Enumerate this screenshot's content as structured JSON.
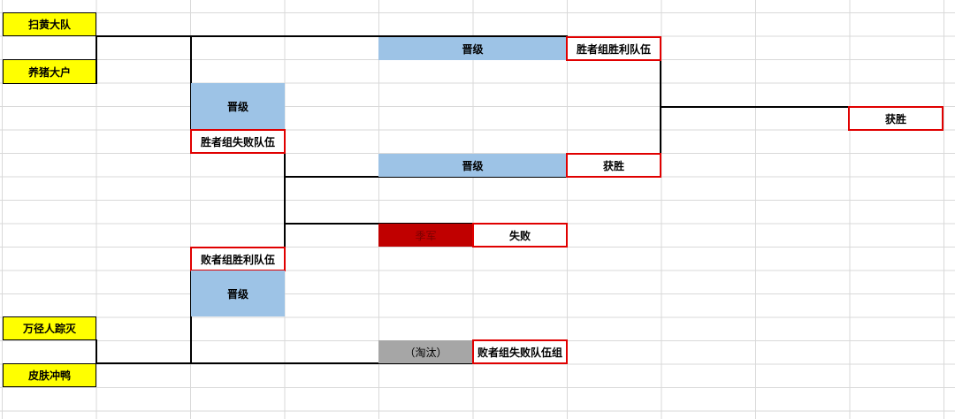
{
  "bracket": {
    "teams": [
      "扫黄大队",
      "养猪大户",
      "万径人踪灭",
      "皮肤冲鸭"
    ],
    "advance_label": "晋级",
    "winners_bracket_winner": "胜者组胜利队伍",
    "winners_bracket_loser": "胜者组失败队伍",
    "losers_bracket_winner": "败者组胜利队伍",
    "losers_bracket_loser": "败者组失败队伍组",
    "win_label": "获胜",
    "lose_label": "失败",
    "third_place": "季军",
    "eliminated": "（淘汰）",
    "final_winner": "获胜"
  }
}
